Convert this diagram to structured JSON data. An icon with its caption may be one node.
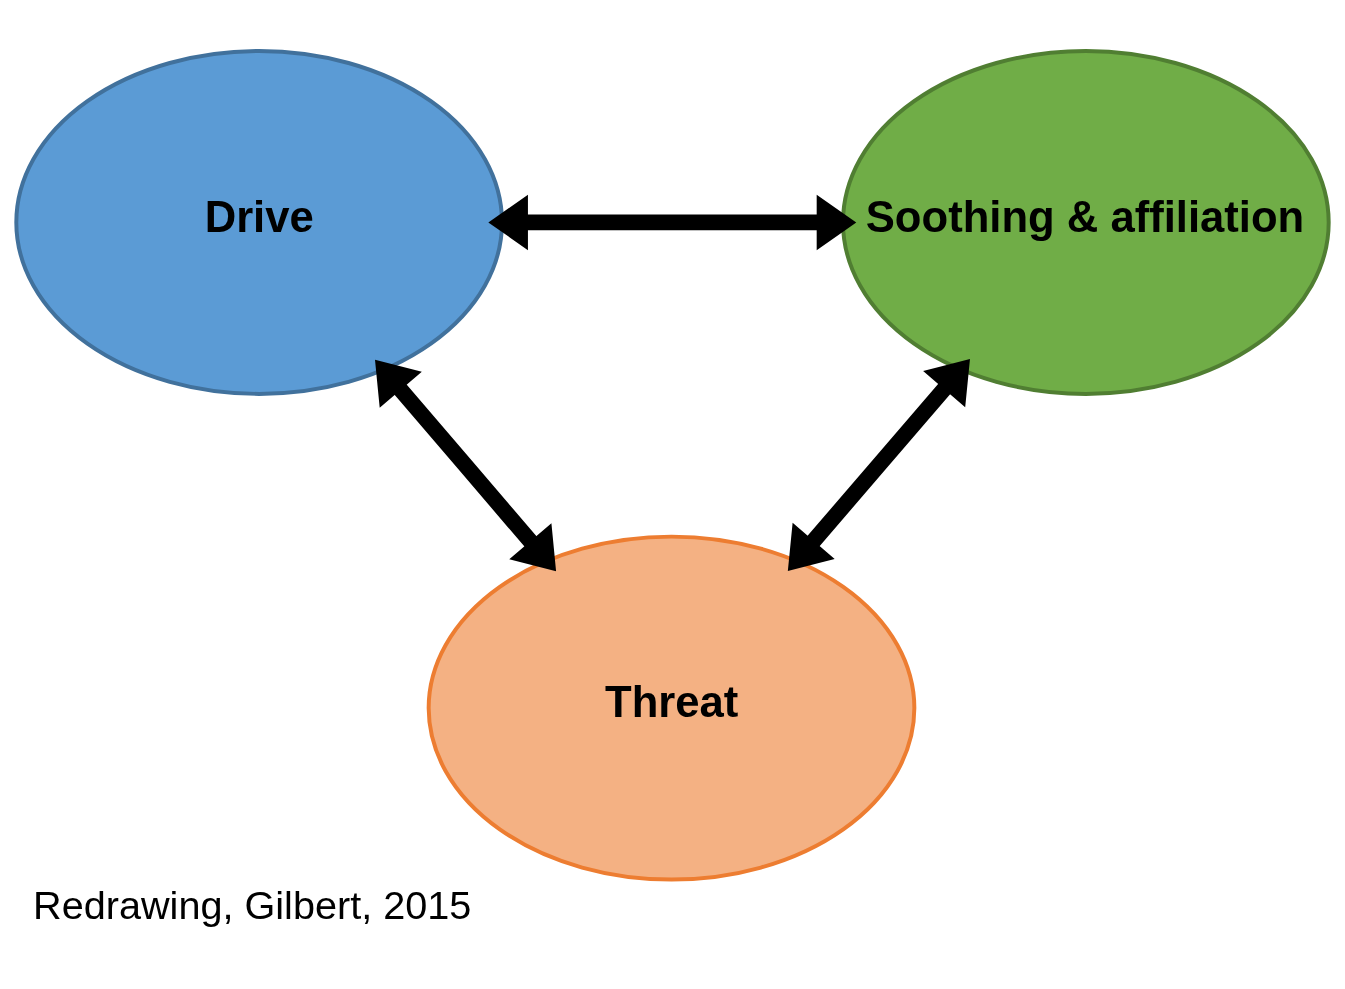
{
  "diagram": {
    "caption": "Redrawing, Gilbert, 2015",
    "nodes": [
      {
        "text": [
          "Drive"
        ]
      },
      {
        "text": [
          "Soothing & affiliation"
        ]
      },
      {
        "text": [
          "Threat"
        ]
      }
    ],
    "edges": [
      {
        "from": 0,
        "to": 1,
        "arrow": "both"
      },
      {
        "from": 0,
        "to": 2,
        "arrow": "both"
      },
      {
        "from": 1,
        "to": 2,
        "arrow": "both"
      }
    ]
  }
}
